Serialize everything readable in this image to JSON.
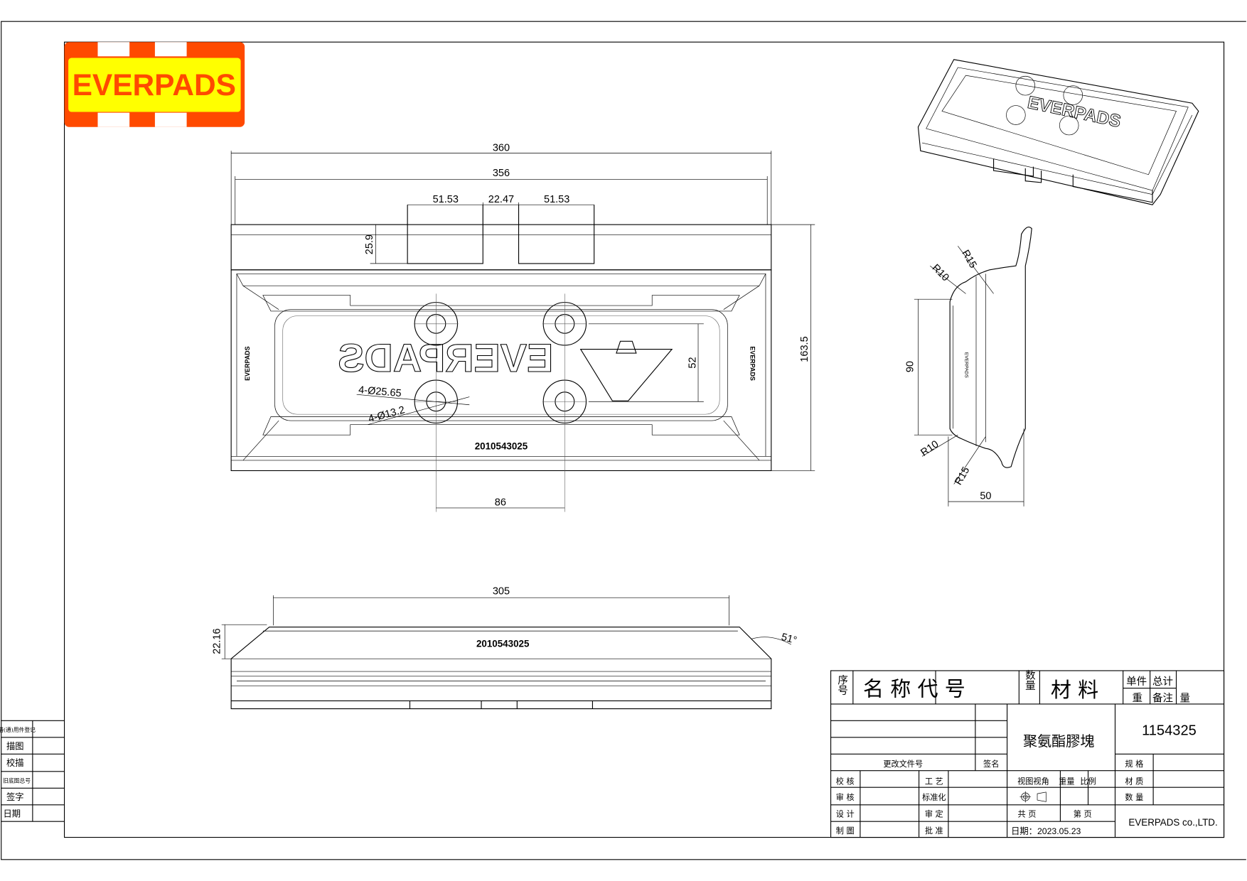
{
  "logo": {
    "text": "EVERPADS",
    "colors": {
      "frame": "#ff4a00",
      "fill": "#ffff00",
      "text": "#ff4a00"
    }
  },
  "front_view": {
    "part_number": "2010543025",
    "embossed_text": "EVERPADS",
    "side_mark": "EVERPADS",
    "dims": {
      "overall_length": "360",
      "inner_length": "356",
      "tab_width_left": "51.53",
      "tab_gap": "22.47",
      "tab_width_right": "51.53",
      "tab_height": "25.9",
      "overall_height": "163.5",
      "hole_spacing_vertical": "52",
      "hole_spacing_horizontal": "86",
      "counterbore": "4-Ø25.65",
      "hole": "4-Ø13.2"
    }
  },
  "bottom_view": {
    "part_number": "2010543025",
    "dims": {
      "top_length": "305",
      "height": "22.16",
      "angle": "51°"
    }
  },
  "side_view": {
    "dims": {
      "r_top_outer": "R15",
      "r_top_inner": "R10",
      "r_bottom_inner": "R10",
      "r_bottom_outer": "R15",
      "flat_height": "90",
      "depth": "50"
    }
  },
  "iso_view": {
    "text": "EVERPADS"
  },
  "left_panel": {
    "rows": [
      "借(通)用件登记",
      "描图",
      "校描",
      "旧底图总号",
      "签字",
      "日期"
    ]
  },
  "title_block": {
    "h_seq": "序号",
    "h_name": "名 称 代 号",
    "h_qty": "数量",
    "h_material": "材 料",
    "h_unit": "单件",
    "h_total": "总计",
    "h_weight": "重",
    "h_remark": "备注",
    "h_liang": "量",
    "material_name": "聚氨酯膠塊",
    "drawing_number": "1154325",
    "change_doc": "更改文件号",
    "signature": "签名",
    "check": "校 核",
    "process": "工 艺",
    "view_angle": "视图视角",
    "weight": "重量",
    "scale": "比例",
    "spec": "规 格",
    "audit": "审 核",
    "standard": "标准化",
    "material_q": "材 质",
    "quantity": "数 量",
    "design": "设 计",
    "approve_def": "审 定",
    "total_pages": "共 页",
    "page_no": "第 页",
    "drawn": "制 圖",
    "approve": "批 准",
    "date": "日期：2023.05.23",
    "company": "EVERPADS co.,LTD."
  }
}
